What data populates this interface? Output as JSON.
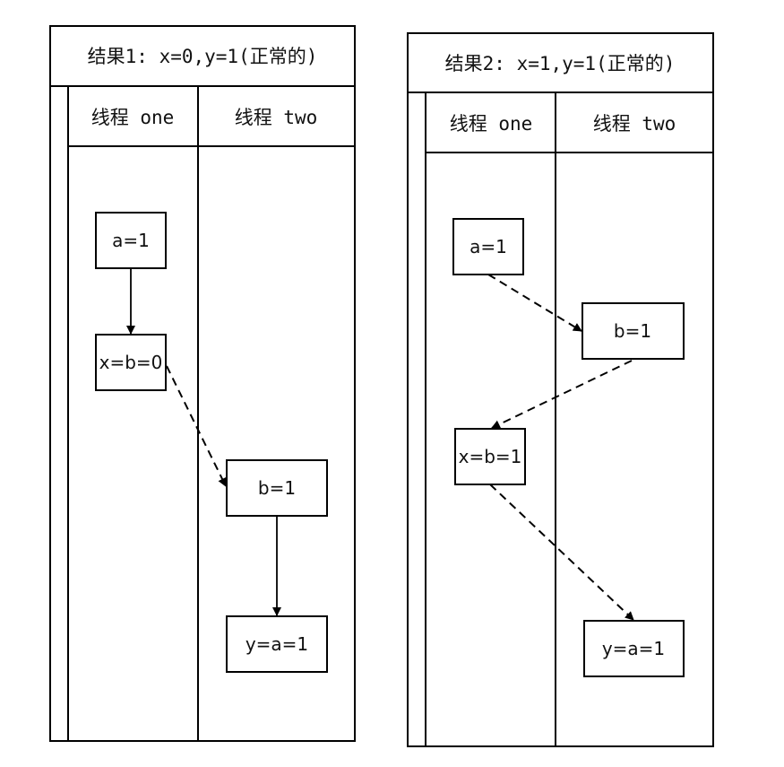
{
  "panels": [
    {
      "title": "结果1: x=0,y=1(正常的)",
      "col_one": "线程 one",
      "col_two": "线程 two",
      "nodes": {
        "a": "a=1",
        "x": "x=b=0",
        "b": "b=1",
        "y": "y=a=1"
      }
    },
    {
      "title": "结果2: x=1,y=1(正常的)",
      "col_one": "线程 one",
      "col_two": "线程 two",
      "nodes": {
        "a": "a=1",
        "b": "b=1",
        "x": "x=b=1",
        "y": "y=a=1"
      }
    }
  ]
}
